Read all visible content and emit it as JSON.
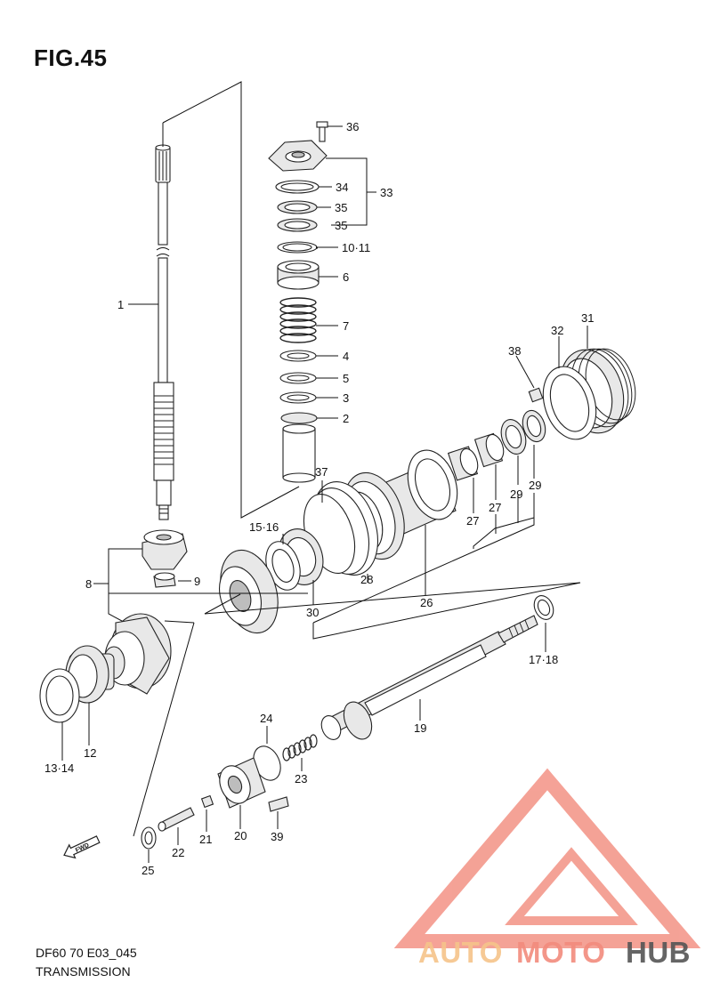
{
  "figure": {
    "title": "FIG.45",
    "code": "DF60 70 E03_045",
    "name": "TRANSMISSION"
  },
  "direction_tag": "FWD",
  "watermark": {
    "part1": "AUTO",
    "part2": "MOTO",
    "part3": "HUB",
    "color_light": "#f6c48a",
    "color_accent": "#f28b7d",
    "color_dark": "#555555"
  },
  "callouts": [
    "36",
    "34",
    "33",
    "35",
    "35",
    "10·11",
    "6",
    "7",
    "4",
    "5",
    "3",
    "2",
    "1",
    "31",
    "32",
    "38",
    "37",
    "15·16",
    "29",
    "29",
    "27",
    "27",
    "28",
    "26",
    "30",
    "8",
    "9",
    "17·18",
    "19",
    "12",
    "13·14",
    "24",
    "23",
    "21",
    "20",
    "39",
    "22",
    "25"
  ]
}
